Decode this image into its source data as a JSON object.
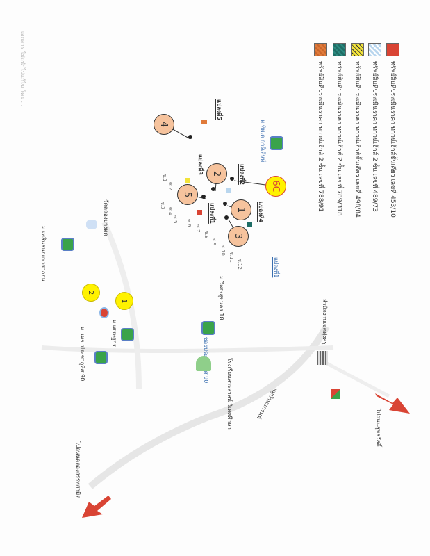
{
  "watermark": "เอกสาร ไม่ถนำไปแก้ไข โดย ...",
  "legend": [
    {
      "label": "ทรัพย์สินที่ประเมินราคา ทาวน์เฮ้าส์ชั้นเดียว เลขที่ 453/10",
      "color": "#d94434"
    },
    {
      "label": "ทรัพย์สินที่ประเมินราคา ทาวน์เฮ้าส์ 2 ชั้น เลขที่ 489/73",
      "color": "#b9d6ee"
    },
    {
      "label": "ทรัพย์สินที่ประเมินราคา ทาวน์เฮ้าส์ชั้นเดียว เลขที่ 498/84",
      "color": "#f2e33a"
    },
    {
      "label": "ทรัพย์สินที่ประเมินราคา ทาวน์เฮ้าส์ 2 ชั้น เลขที่ 789/318",
      "color": "#1f6e66"
    },
    {
      "label": "ทรัพย์สินที่ประเมินราคา ทาวน์เฮ้าส์ 2 ชั้น เลขที่ 788/91",
      "color": "#e07a3a"
    }
  ],
  "plots": {
    "p5": "แปลงที่5",
    "p2": "แปลงที่2",
    "p3": "แปลงที่3",
    "p1": "แปลงที่1",
    "p4": "แปลงที่4",
    "p1b": "แปลงที่1"
  },
  "circles": {
    "c4": "4",
    "c2": "2",
    "c5": "5",
    "c1": "1",
    "c3": "3",
    "c6": "6C"
  },
  "lots": [
    "ซ.1",
    "ซ.2",
    "ซ.3",
    "ซ.4",
    "ซ.5",
    "ซ.6",
    "ซ.7",
    "ซ.8",
    "ซ.9",
    "ซ.10",
    "ซ.11",
    "ซ.12"
  ],
  "places": {
    "tip": "ม.ทิพเค การ์เด้นท์",
    "wisetsuk": "ม.วิเศษสุขนคร 18",
    "soi": "ซอยประชาอุทิศ 90",
    "school": "โรงเรียนสารสาสน์ วิเทศศึกษา",
    "district": "สำนักงานเขตทุ่งครุ",
    "village": "หมู่บ้านแกรนด์",
    "to_suksawat": "ไปถนนสุขสวัสดิ์",
    "to_canal": "ไปถนนคลองสรรพสามิต",
    "temple": "วัดคลองบางมด",
    "ploen": "ม.เพลินสนอยพารากอน",
    "sena": "ม.เศรษฐกร",
    "mek": "ม. เมฆ ประชาอุทิศ 90"
  },
  "markers": {
    "m1": "1",
    "m2": "2"
  }
}
